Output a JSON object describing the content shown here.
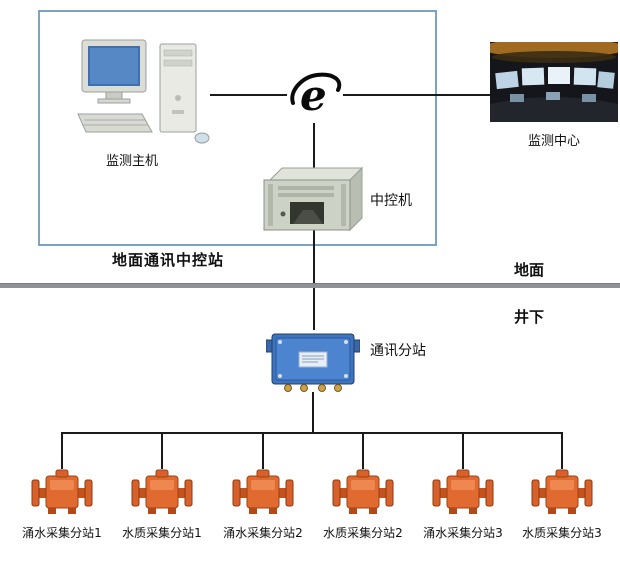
{
  "diagram": {
    "ground_station": {
      "label": "地面通讯中控站",
      "host_label": "监测主机",
      "center_label": "监测中心",
      "control_machine_label": "中控机"
    },
    "divider": {
      "surface_label": "地面",
      "underground_label": "井下"
    },
    "substation_label": "通讯分站",
    "devices": [
      {
        "label": "涌水采集分站1"
      },
      {
        "label": "水质采集分站1"
      },
      {
        "label": "涌水采集分站2"
      },
      {
        "label": "水质采集分站2"
      },
      {
        "label": "涌水采集分站3"
      },
      {
        "label": "水质采集分站3"
      }
    ],
    "icons": {
      "network": "internet-e-logo",
      "host": "desktop-computer",
      "center": "control-room-photo",
      "control_machine": "rack-server",
      "substation": "mine-junction-box",
      "device": "orange-flow-meter"
    },
    "colors": {
      "line": "#1a1a1a",
      "ground_box_border": "#7ca3c4",
      "divider_gray": "#8e9296",
      "substation_blue": "#3f74bd",
      "device_orange": "#e06a30",
      "screen_blue": "#5588c4"
    }
  }
}
